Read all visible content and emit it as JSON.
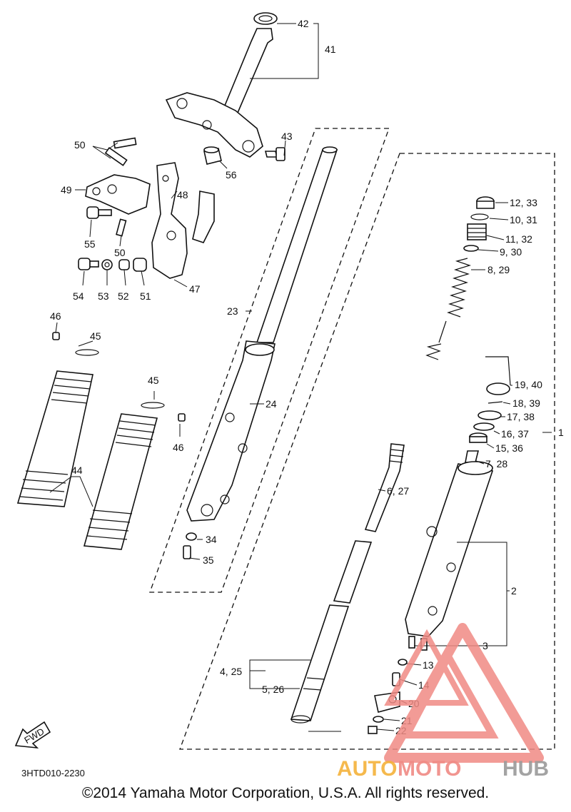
{
  "diagram": {
    "callouts": [
      {
        "id": "42",
        "text": "42"
      },
      {
        "id": "41",
        "text": "41"
      },
      {
        "id": "43",
        "text": "43"
      },
      {
        "id": "50a",
        "text": "50"
      },
      {
        "id": "56",
        "text": "56"
      },
      {
        "id": "49",
        "text": "49"
      },
      {
        "id": "48",
        "text": "48"
      },
      {
        "id": "55",
        "text": "55"
      },
      {
        "id": "50b",
        "text": "50"
      },
      {
        "id": "54",
        "text": "54"
      },
      {
        "id": "53",
        "text": "53"
      },
      {
        "id": "52",
        "text": "52"
      },
      {
        "id": "51",
        "text": "51"
      },
      {
        "id": "47",
        "text": "47"
      },
      {
        "id": "23",
        "text": "23"
      },
      {
        "id": "24",
        "text": "24"
      },
      {
        "id": "46a",
        "text": "46"
      },
      {
        "id": "45a",
        "text": "45"
      },
      {
        "id": "45b",
        "text": "45"
      },
      {
        "id": "46b",
        "text": "46"
      },
      {
        "id": "44",
        "text": "44"
      },
      {
        "id": "34",
        "text": "34"
      },
      {
        "id": "35",
        "text": "35"
      },
      {
        "id": "12_33",
        "text": "12, 33"
      },
      {
        "id": "10_31",
        "text": "10, 31"
      },
      {
        "id": "11_32",
        "text": "11, 32"
      },
      {
        "id": "9_30",
        "text": "9, 30"
      },
      {
        "id": "8_29",
        "text": "8, 29"
      },
      {
        "id": "19_40",
        "text": "19, 40"
      },
      {
        "id": "18_39",
        "text": "18, 39"
      },
      {
        "id": "17_38",
        "text": "17, 38"
      },
      {
        "id": "16_37",
        "text": "16, 37"
      },
      {
        "id": "15_36",
        "text": "15, 36"
      },
      {
        "id": "7_28",
        "text": "7, 28"
      },
      {
        "id": "1",
        "text": "1"
      },
      {
        "id": "6_27",
        "text": "6, 27"
      },
      {
        "id": "2",
        "text": "2"
      },
      {
        "id": "3",
        "text": "3"
      },
      {
        "id": "13",
        "text": "13"
      },
      {
        "id": "4_25",
        "text": "4, 25"
      },
      {
        "id": "5_26",
        "text": "5, 26"
      },
      {
        "id": "14",
        "text": "14"
      },
      {
        "id": "20",
        "text": "20"
      },
      {
        "id": "21",
        "text": "21"
      },
      {
        "id": "22",
        "text": "22"
      }
    ],
    "fwd_label": "FWD",
    "diagram_code": "3HTD010-2230",
    "copyright": "©2014 Yamaha Motor Corporation, U.S.A. All rights reserved."
  },
  "watermark": {
    "text_auto": "AUTO",
    "text_moto": "MOTO",
    "text_hub": "HUB",
    "color_primary": "#f08a84",
    "color_auto": "#f5b23a",
    "color_hub": "#9a9a9a"
  }
}
